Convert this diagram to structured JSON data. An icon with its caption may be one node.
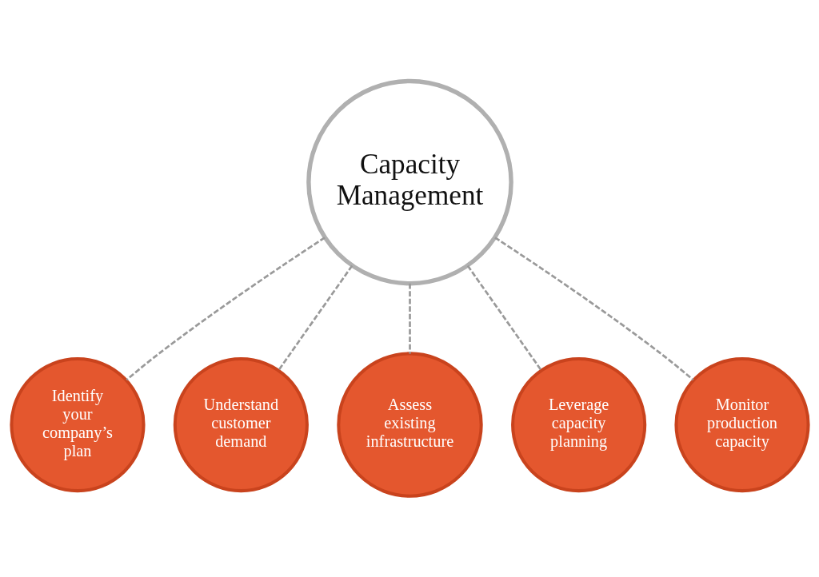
{
  "diagram": {
    "nodes": [
      {
        "text": [
          "Capacity Management"
        ]
      },
      {
        "text": [
          "Identify your company’s plan"
        ]
      },
      {
        "text": [
          "Understand customer demand"
        ]
      },
      {
        "text": [
          "Assess existing infrastructure"
        ]
      },
      {
        "text": [
          "Leverage capacity planning"
        ]
      },
      {
        "text": [
          "Monitor production capacity"
        ]
      }
    ],
    "edges": [
      {
        "from": 0,
        "to": 1,
        "arrow": "none",
        "style": "dashed"
      },
      {
        "from": 0,
        "to": 2,
        "arrow": "none",
        "style": "dashed"
      },
      {
        "from": 0,
        "to": 3,
        "arrow": "none",
        "style": "dashed"
      },
      {
        "from": 0,
        "to": 4,
        "arrow": "none",
        "style": "dashed"
      },
      {
        "from": 0,
        "to": 5,
        "arrow": "none",
        "style": "dashed"
      }
    ]
  }
}
